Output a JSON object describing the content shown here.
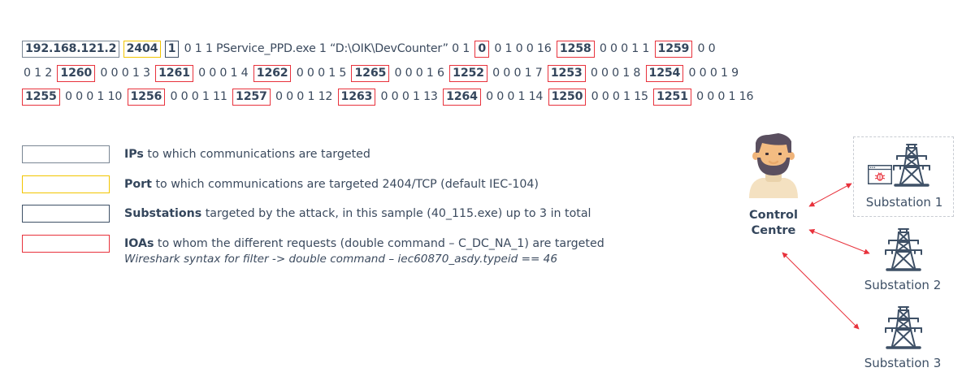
{
  "sequence": {
    "line1": [
      {
        "t": "192.168.121.2",
        "box": "ip"
      },
      {
        "t": "2404",
        "box": "port"
      },
      {
        "t": "1",
        "box": "sub"
      },
      {
        "t": "0 1 1  PService_PPD.exe 1 “D:\\OIK\\DevCounter” 0 1"
      },
      {
        "t": "0",
        "box": "ioa"
      },
      {
        "t": "0 1 0 0 16"
      },
      {
        "t": "1258",
        "box": "ioa"
      },
      {
        "t": "0 0 0 1 1"
      },
      {
        "t": "1259",
        "box": "ioa"
      },
      {
        "t": "0 0"
      }
    ],
    "line2": [
      {
        "t": "0 1 2"
      },
      {
        "t": "1260",
        "box": "ioa"
      },
      {
        "t": "0 0 0 1 3"
      },
      {
        "t": "1261",
        "box": "ioa"
      },
      {
        "t": "0 0 0 1 4"
      },
      {
        "t": "1262",
        "box": "ioa"
      },
      {
        "t": "0 0 0 1 5"
      },
      {
        "t": "1265",
        "box": "ioa"
      },
      {
        "t": "0 0 0 1 6"
      },
      {
        "t": "1252",
        "box": "ioa"
      },
      {
        "t": "0 0 0 1 7"
      },
      {
        "t": "1253",
        "box": "ioa"
      },
      {
        "t": "0 0 0 1 8"
      },
      {
        "t": "1254",
        "box": "ioa"
      },
      {
        "t": "0 0 0 1 9"
      }
    ],
    "line3": [
      {
        "t": "1255",
        "box": "ioa"
      },
      {
        "t": "0 0 0 1 10"
      },
      {
        "t": "1256",
        "box": "ioa"
      },
      {
        "t": "0 0 0 1 11"
      },
      {
        "t": "1257",
        "box": "ioa"
      },
      {
        "t": "0 0 0 1 12"
      },
      {
        "t": "1263",
        "box": "ioa"
      },
      {
        "t": "0 0 0 1 13"
      },
      {
        "t": "1264",
        "box": "ioa"
      },
      {
        "t": "0 0 0 1 14"
      },
      {
        "t": "1250",
        "box": "ioa"
      },
      {
        "t": "0 0 0 1 15"
      },
      {
        "t": "1251",
        "box": "ioa"
      },
      {
        "t": "0 0 0 1 16"
      }
    ]
  },
  "legend": {
    "ips": {
      "bold": "IPs",
      "text": " to which communications are targeted",
      "color": "#7a8694"
    },
    "port": {
      "bold": "Port",
      "text": " to which communications are targeted 2404/TCP (default IEC-104)",
      "color": "#f2c500"
    },
    "substations": {
      "bold": "Substations",
      "text": " targeted by the attack, in this sample (40_115.exe) up to 3 in total",
      "color": "#3e5066"
    },
    "ioas": {
      "bold": "IOAs",
      "text": " to whom the different requests (double command – C_DC_NA_1) are targeted",
      "note": "Wireshark syntax for filter -> double command – iec60870_asdy.typeid == 46",
      "color": "#e8323c"
    }
  },
  "diagram": {
    "control_centre": {
      "line1": "Control",
      "line2": "Centre",
      "icon": "person-avatar-icon"
    },
    "substations": [
      {
        "label": "Substation 1",
        "icon": "power-tower-icon",
        "infected": true,
        "malware_icon": "browser-bug-icon"
      },
      {
        "label": "Substation 2",
        "icon": "power-tower-icon",
        "infected": false
      },
      {
        "label": "Substation 3",
        "icon": "power-tower-icon",
        "infected": false
      }
    ],
    "arrow_color": "#e8323c"
  }
}
